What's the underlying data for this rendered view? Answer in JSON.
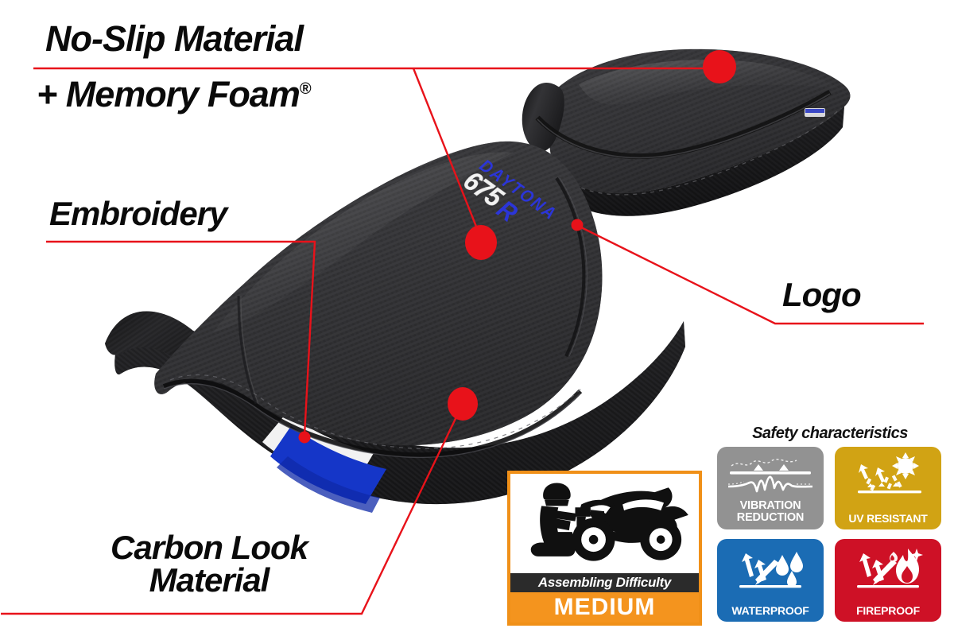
{
  "page": {
    "type": "product-feature-infographic",
    "subject": "Motorcycle seat cover",
    "background_color": "#ffffff",
    "accent_color": "#E8121A"
  },
  "callouts": [
    {
      "id": "no-slip",
      "line1": "No-Slip Material",
      "line2": "+ Memory Foam",
      "superscript": "®",
      "marker_color": "#E8121A"
    },
    {
      "id": "embroidery",
      "line1": "Embroidery",
      "marker_color": "#E8121A"
    },
    {
      "id": "logo",
      "line1": "Logo",
      "marker_color": "#E8121A"
    },
    {
      "id": "carbon-look",
      "line1": "Carbon Look",
      "line2": "Material",
      "marker_color": "#E8121A"
    }
  ],
  "seat": {
    "embroidered_logo": {
      "brand": "DAYTONA",
      "model": "675",
      "variant": "R",
      "brand_color": "#2B35D8",
      "model_color": "#F2F2F2",
      "variant_color": "#2B35D8"
    },
    "stripe_colors": [
      "#FFFFFF",
      "#1536C8"
    ],
    "material_color": "#2e2e30"
  },
  "difficulty": {
    "icon": "mechanic-motorcycle-icon",
    "title": "Assembling Difficulty",
    "value": "MEDIUM",
    "border_color": "#F09018",
    "title_bg": "#2b2b2b",
    "value_bg": "#F4941E"
  },
  "safety": {
    "heading": "Safety characteristics",
    "badges": [
      {
        "id": "vibration-reduction",
        "label_line1": "VIBRATION",
        "label_line2": "REDUCTION",
        "icon": "waveform-icon",
        "color": "#929292"
      },
      {
        "id": "uv-resistant",
        "label_line1": "UV RESISTANT",
        "label_line2": "",
        "icon": "sun-rays-icon",
        "color": "#D1A314"
      },
      {
        "id": "waterproof",
        "label_line1": "WATERPROOF",
        "label_line2": "",
        "icon": "water-droplets-icon",
        "color": "#1B6CB4"
      },
      {
        "id": "fireproof",
        "label_line1": "FIREPROOF",
        "label_line2": "",
        "icon": "flame-icon",
        "color": "#CE1126"
      }
    ]
  }
}
